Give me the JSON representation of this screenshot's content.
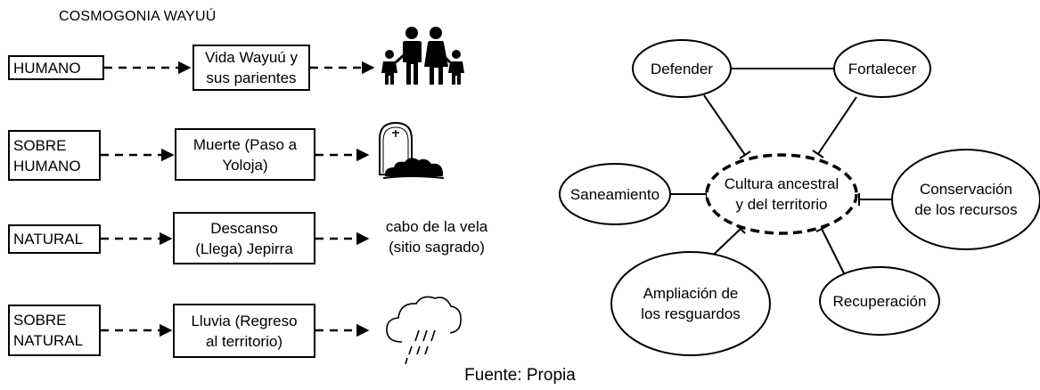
{
  "title": "COSMOGONIA WAYUÚ",
  "cosmogony": {
    "rows": [
      {
        "category": "HUMANO",
        "stage": "Vida Wayuú y\nsus parientes",
        "result_icon": "family-icon"
      },
      {
        "category": "SOBRE\nHUMANO",
        "stage": "Muerte (Paso a\nYoloja)",
        "result_icon": "tombstone-icon"
      },
      {
        "category": "NATURAL",
        "stage": "Descanso\n(Llega) Jepirra",
        "result_text": "cabo de la vela\n(sitio sagrado)"
      },
      {
        "category": "SOBRE\nNATURAL",
        "stage": "Lluvia (Regreso\nal territorio)",
        "result_icon": "rain-cloud-icon"
      }
    ]
  },
  "concept_map": {
    "center": "Cultura ancestral\ny del territorio",
    "nodes": {
      "defender": "Defender",
      "fortalecer": "Fortalecer",
      "saneamiento": "Saneamiento",
      "conservacion": "Conservación\nde los recursos",
      "ampliacion": "Ampliación de\nlos resguardos",
      "recuperacion": "Recuperación"
    }
  },
  "caption": "Fuente: Propia"
}
